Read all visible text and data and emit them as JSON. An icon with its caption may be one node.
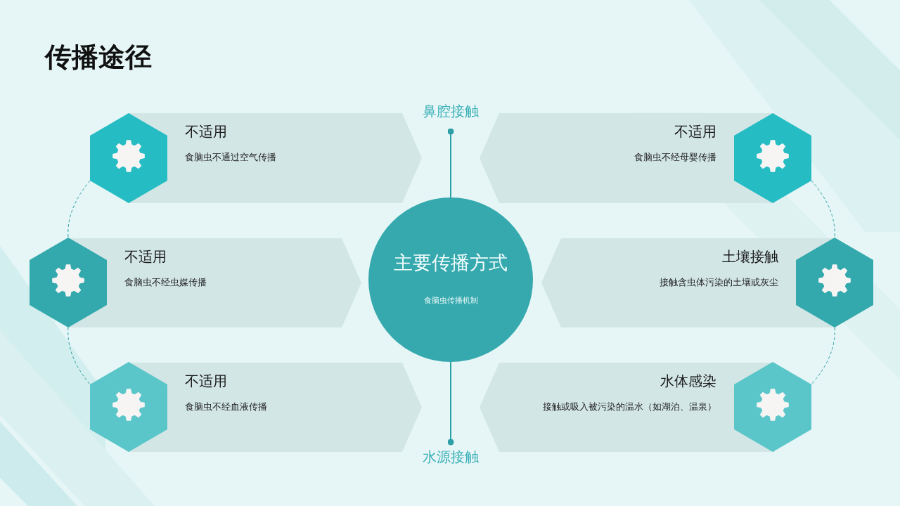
{
  "diagram": {
    "title": "传播途径",
    "nodes": [
      {
        "text": [
          "鼻腔接触"
        ]
      },
      {
        "text": [
          "不适用",
          "食脑虫不通过空气传播"
        ]
      },
      {
        "text": [],
        "shape": "hexagon"
      },
      {
        "text": [
          "不适用",
          "食脑虫不经母婴传播"
        ]
      },
      {
        "text": [],
        "shape": "hexagon"
      },
      {
        "text": [
          "不适用",
          "食脑虫不经虫媒传播"
        ]
      },
      {
        "text": [],
        "shape": "hexagon"
      },
      {
        "text": [
          "主要传播方式",
          "食脑虫传播机制"
        ]
      },
      {
        "text": [
          "土壤接触",
          "接触含虫体污染的土壤或灰尘"
        ]
      },
      {
        "text": [],
        "shape": "hexagon"
      },
      {
        "text": [
          "不适用",
          "食脑虫不经血液传播"
        ]
      },
      {
        "text": [],
        "shape": "hexagon"
      },
      {
        "text": [
          "水体感染",
          "接触或吸入被污染的温水（如湖泊、温泉）"
        ]
      },
      {
        "text": [],
        "shape": "hexagon"
      },
      {
        "text": [
          "水源接触"
        ]
      }
    ],
    "edges": [
      {
        "from": 0,
        "to": 7,
        "arrow": "other"
      },
      {
        "from": 14,
        "to": 7,
        "arrow": "other"
      },
      {
        "from": 2,
        "to": 6,
        "arrow": "none",
        "style": "dashed"
      },
      {
        "from": 6,
        "to": 11,
        "arrow": "none",
        "style": "dashed"
      },
      {
        "from": 4,
        "to": 9,
        "arrow": "none",
        "style": "dashed"
      },
      {
        "from": 9,
        "to": 13,
        "arrow": "none",
        "style": "dashed"
      }
    ]
  }
}
